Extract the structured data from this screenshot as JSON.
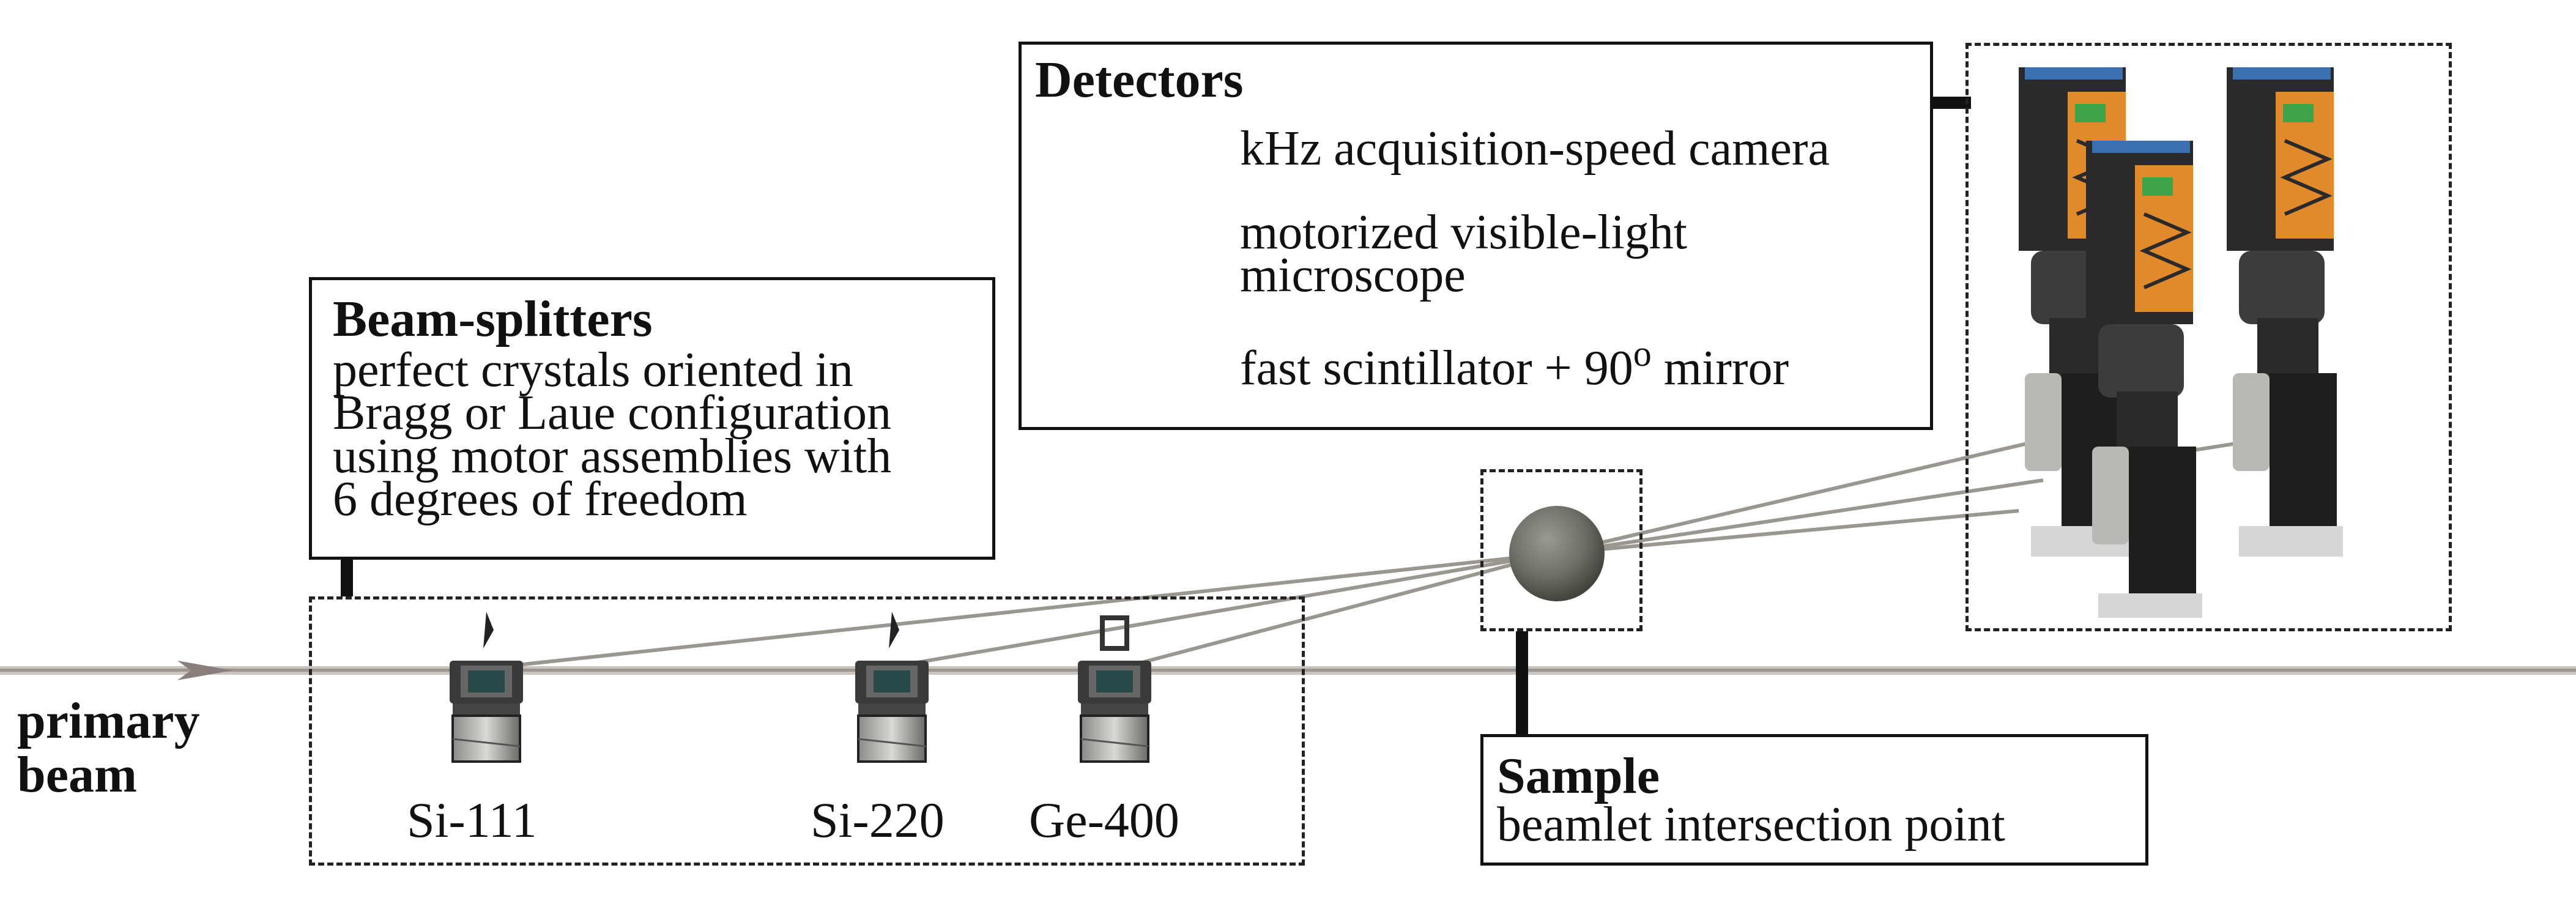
{
  "beam": {
    "label": "primary\nbeam",
    "color": "#b0aaa6",
    "arrow_color": "#8a7e7c"
  },
  "beam_splitters": {
    "title": "Beam-splitters",
    "description": "perfect crystals oriented in\nBragg or Laue configuration\nusing motor assemblies with\n6 degrees of freedom",
    "crystals": [
      "Si-111",
      "Si-220",
      "Ge-400"
    ]
  },
  "detectors": {
    "title": "Detectors",
    "items": [
      "kHz acquisition-speed  camera",
      "motorized visible-light\nmicroscope",
      "fast scintillator + 90",
      "o",
      " mirror"
    ]
  },
  "sample": {
    "title": "Sample",
    "description": "beamlet intersection point"
  },
  "colors": {
    "camera_orange": "#e08a2c",
    "camera_dark": "#2a2a2a",
    "sample_sphere": "#6e6e68",
    "beamlet": "#9a9690",
    "accent_blue": "#3a6fb0",
    "accent_green": "#3fa34a"
  }
}
